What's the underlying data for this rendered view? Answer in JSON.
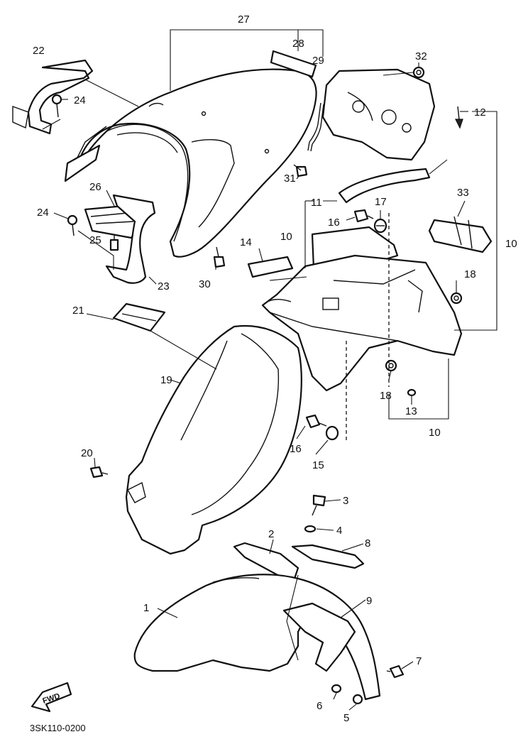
{
  "diagram_code": "3SK110-0200",
  "fwd_label": "FWD",
  "callouts": {
    "c1": "1",
    "c2": "2",
    "c3": "3",
    "c4": "4",
    "c5": "5",
    "c6": "6",
    "c7": "7",
    "c8": "8",
    "c9": "9",
    "c10a": "10",
    "c10b": "10",
    "c10c": "10",
    "c11": "11",
    "c12": "12",
    "c13": "13",
    "c14": "14",
    "c15": "15",
    "c16a": "16",
    "c16b": "16",
    "c17": "17",
    "c18a": "18",
    "c18b": "18",
    "c19": "19",
    "c20": "20",
    "c21": "21",
    "c22": "22",
    "c23": "23",
    "c24a": "24",
    "c24b": "24",
    "c25": "25",
    "c26": "26",
    "c27": "27",
    "c28": "28",
    "c29": "29",
    "c30": "30",
    "c31": "31",
    "c32": "32",
    "c33": "33"
  }
}
